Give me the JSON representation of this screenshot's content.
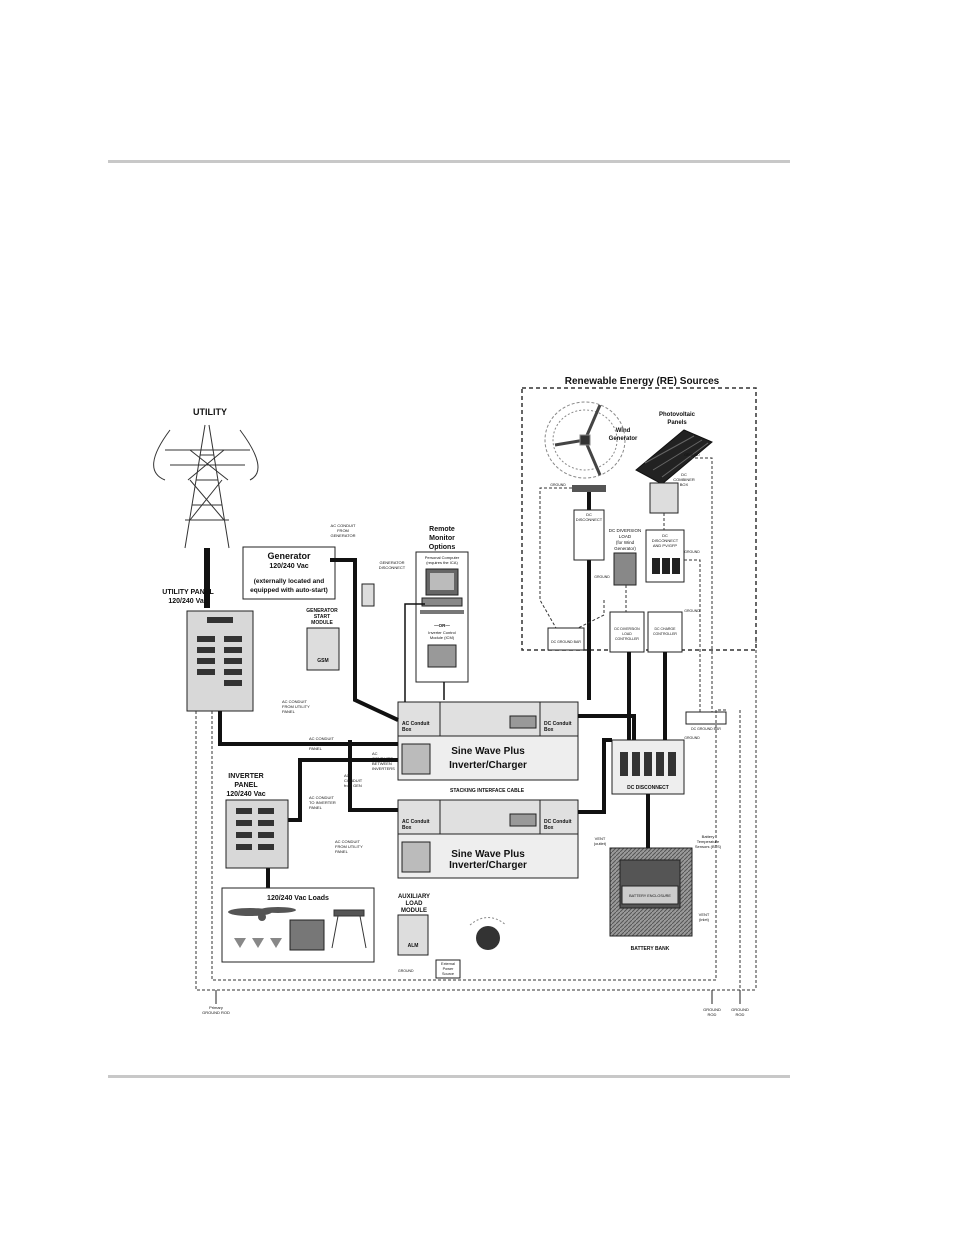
{
  "title_re": "Renewable Energy (RE) Sources",
  "utility": "UTILITY",
  "utility_panel": [
    "UTILITY PANEL",
    "120/240 Vac"
  ],
  "generator": {
    "title": "Generator",
    "voltage": "120/240 Vac",
    "note": [
      "(externally located and",
      "equipped with auto-start)"
    ],
    "ac_conduit": [
      "AC CONDUIT",
      "FROM",
      "GENERATOR"
    ],
    "disconnect": [
      "GENERATOR",
      "DISCONNECT"
    ],
    "start_module": [
      "GENERATOR",
      "START",
      "MODULE"
    ],
    "gsm": "GSM"
  },
  "remote": {
    "title": [
      "Remote",
      "Monitor",
      "Options"
    ],
    "pc": [
      "Personal Computer",
      "(requires the ICA)"
    ],
    "or": "—OR—",
    "icm": [
      "Inverter Control",
      "Module (ICM)"
    ]
  },
  "wind": [
    "Wind",
    "Generator"
  ],
  "pv": [
    "Photovoltaic",
    "Panels"
  ],
  "dc_combiner": [
    "DC",
    "COMBINER",
    "BOX"
  ],
  "dc_disconnect_small": [
    "DC",
    "DISCONNECT"
  ],
  "dc_diversion": [
    "DC DIVERSION",
    "LOAD",
    "(for Wind",
    "Generator)"
  ],
  "dc_disconnect_pv": [
    "DC",
    "DISCONNECT",
    "AND PV/GFP"
  ],
  "diversion_controller": [
    "DC DIVERSION",
    "LOAD",
    "CONTROLLER"
  ],
  "charge_controller": [
    "DC CHARGE",
    "CONTROLLER"
  ],
  "dc_ground_bar": "DC GROUND BAR",
  "ground": "GROUND",
  "inverter": {
    "ac_box": [
      "AC Conduit",
      "Box"
    ],
    "dc_box": [
      "DC Conduit",
      "Box"
    ],
    "name": [
      "Sine Wave Plus",
      "Inverter/Charger"
    ]
  },
  "stacking_cable": "STACKING INTERFACE CABLE",
  "dc_disconnect_main": "DC DISCONNECT",
  "inverter_panel": [
    "INVERTER",
    "PANEL",
    "120/240 Vac"
  ],
  "loads": "120/240 Vac Loads",
  "aux": [
    "AUXILIARY",
    "LOAD",
    "MODULE"
  ],
  "alm": "ALM",
  "external_power": [
    "External",
    "Power",
    "Source"
  ],
  "battery_bank": "BATTERY BANK",
  "battery_enclosure": "BATTERY ENCLOSURE",
  "bts": [
    "Battery",
    "Temperature",
    "Sensors (BTS)"
  ],
  "vent_outlet": [
    "VENT",
    "(outlet)"
  ],
  "vent_inlet": [
    "VENT",
    "(inlet)"
  ],
  "conduit_labels": {
    "from_utility": [
      "AC CONDUIT",
      "FROM UTILITY",
      "PANEL"
    ],
    "to_inverter": [
      "AC CONDUIT",
      "TO INVERTER",
      "PANEL"
    ],
    "between": [
      "AC",
      "CONDUITS",
      "BETWEEN",
      "INVERTERS"
    ],
    "from_gen": [
      "AC",
      "CONDUIT",
      "from GEN"
    ],
    "to_inverter2": [
      "AC CONDUIT",
      "TO INVERTER",
      "PANEL"
    ],
    "from_utility2": [
      "AC CONDUIT",
      "FROM UTILITY",
      "PANEL"
    ]
  },
  "primary_ground": [
    "Primary",
    "GROUND ROD"
  ],
  "ground_rod": [
    "GROUND",
    "ROD"
  ]
}
